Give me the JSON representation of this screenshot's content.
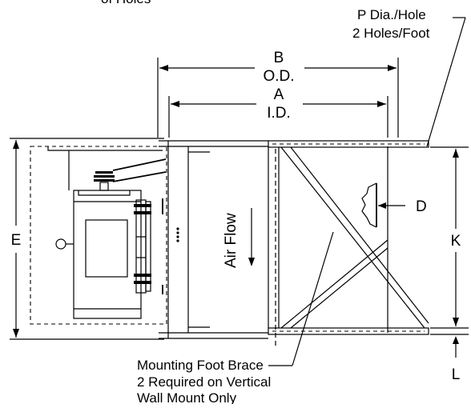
{
  "top_partial_label": "of Holes",
  "p_label_line1": "P Dia./Hole",
  "p_label_line2": "2 Holes/Foot",
  "b_letter": "B",
  "b_sub": "O.D.",
  "a_letter": "A",
  "a_sub": "I.D.",
  "d_label": "D",
  "e_label": "E",
  "k_label": "K",
  "l_label": "L",
  "airflow_label": "Air Flow",
  "brace_line1": "Mounting Foot Brace",
  "brace_line2": "2 Required on Vertical",
  "brace_line3": "Wall Mount Only"
}
